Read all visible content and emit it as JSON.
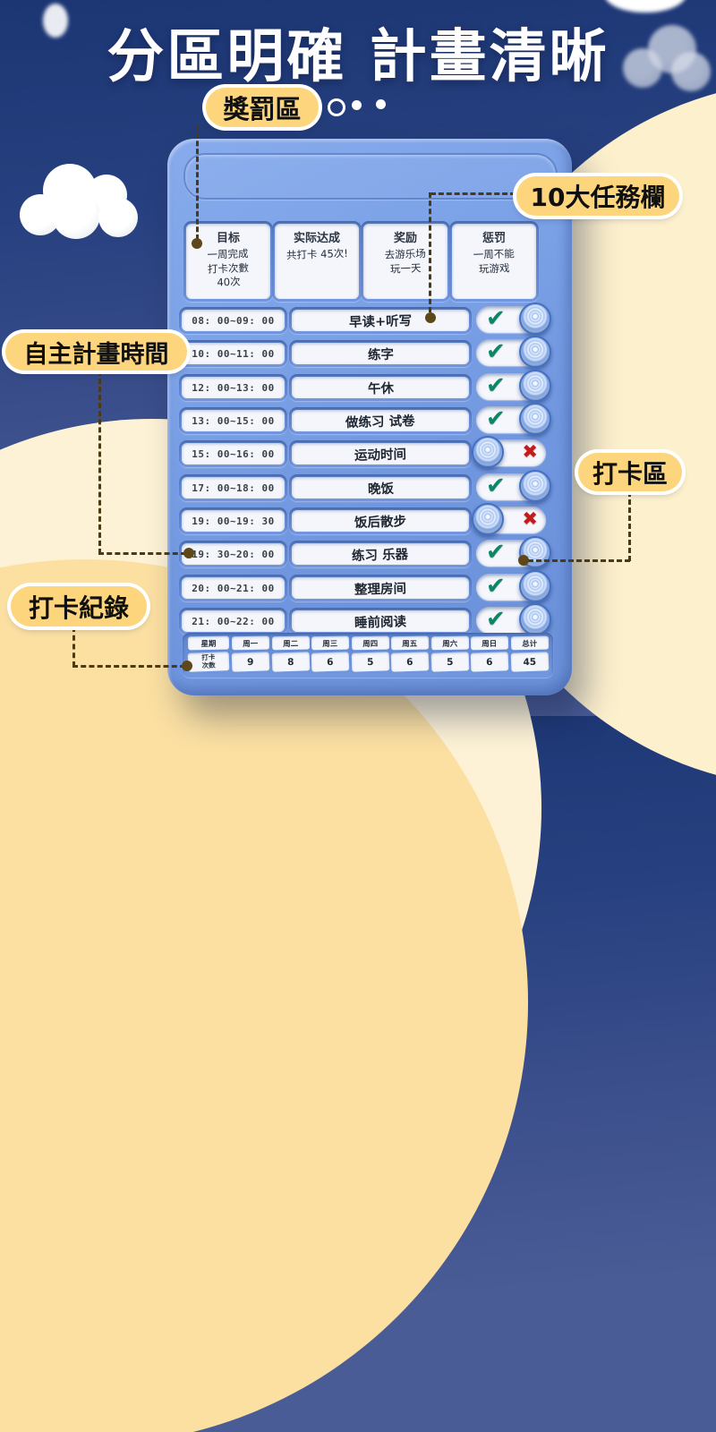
{
  "title": "分區明確 計畫清晰",
  "callouts": {
    "reward_zone": "獎罰區",
    "task_columns": "10大任務欄",
    "plan_time": "自主計畫時間",
    "checkin_zone": "打卡區",
    "checkin_record": "打卡紀錄"
  },
  "board": {
    "header_cards": [
      {
        "title": "目标",
        "note": "一周完成\n打卡次數\n40次"
      },
      {
        "title": "实际达成",
        "note": "共打卡 45次!"
      },
      {
        "title": "奖励",
        "note": "去游乐场\n玩一天"
      },
      {
        "title": "惩罚",
        "note": "一周不能\n玩游戏"
      }
    ],
    "tasks": [
      {
        "time": "08: 00~09: 00",
        "task": "早读+听写",
        "state": "done"
      },
      {
        "time": "10: 00~11: 00",
        "task": "练字",
        "state": "done"
      },
      {
        "time": "12: 00~13: 00",
        "task": "午休",
        "state": "done"
      },
      {
        "time": "13: 00~15: 00",
        "task": "做练习 试卷",
        "state": "done"
      },
      {
        "time": "15: 00~16: 00",
        "task": "运动时间",
        "state": "miss"
      },
      {
        "time": "17: 00~18: 00",
        "task": "晚饭",
        "state": "done"
      },
      {
        "time": "19: 00~19: 30",
        "task": "饭后散步",
        "state": "miss"
      },
      {
        "time": "19: 30~20: 00",
        "task": "练习 乐器",
        "state": "done"
      },
      {
        "time": "20: 00~21: 00",
        "task": "整理房间",
        "state": "done"
      },
      {
        "time": "21: 00~22: 00",
        "task": "睡前阅读",
        "state": "done"
      }
    ],
    "record_table": {
      "corner_header": "星期",
      "day_headers": [
        "周一",
        "周二",
        "周三",
        "周四",
        "周五",
        "周六",
        "周日",
        "总计"
      ],
      "row_label": "打卡\n次数",
      "values": [
        "9",
        "8",
        "6",
        "5",
        "6",
        "5",
        "6",
        "45"
      ]
    }
  },
  "marks": {
    "check": "✔",
    "cross": "✖"
  },
  "colors": {
    "background_navy": "#27407f",
    "cream": "#fdf0cd",
    "gold": "#fbe0a2",
    "board_blue": "#7096df",
    "accent_yellow": "#fcd57d",
    "check_green": "#0d8568",
    "cross_red": "#c51a1a",
    "leader_line_brown": "#4c3a14"
  }
}
